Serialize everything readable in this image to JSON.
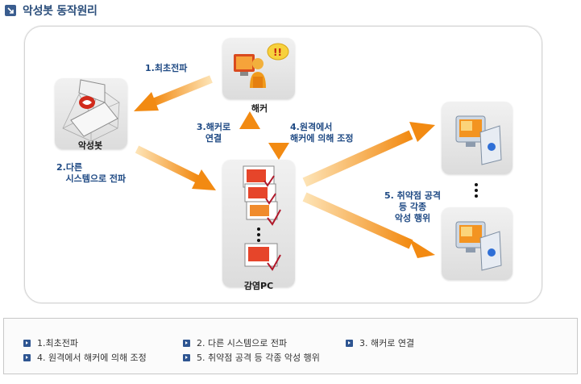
{
  "header": {
    "title": "악성봇 동작원리"
  },
  "nodes": {
    "hacker": "해커",
    "bot": "악성봇",
    "infected": "감염PC"
  },
  "steps": {
    "s1": "1.최초전파",
    "s2": "2.다른\n   시스템으로 전파",
    "s3": "3.해커로\n연결",
    "s4": "4.원격에서\n해커에 의해 조정",
    "s5": "5. 취약점 공격\n등 각종\n악성 행위"
  },
  "legend": [
    "1.최초전파",
    "2. 다른 시스템으로 전파",
    "3. 해커로 연결",
    "4. 원격에서 해커에 의해 조정",
    "5. 취약점 공격 등 각종 악성 행위"
  ],
  "colors": {
    "arrow": "#f39a1e",
    "accent": "#2c4f7c",
    "label": "#1f4a84"
  }
}
